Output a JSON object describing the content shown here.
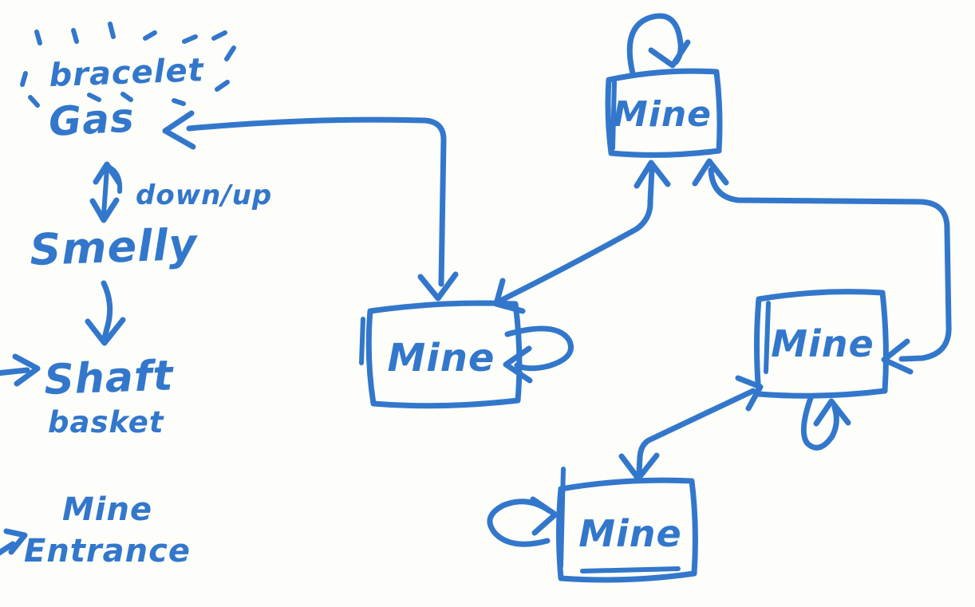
{
  "colors": {
    "ink": "#3277cb",
    "paper": "#fdfdf9"
  },
  "notes": {
    "bracelet": "bracelet",
    "gas": "Gas",
    "down_up": "down/up",
    "smelly": "Smelly",
    "shaft": "Shaft",
    "basket": "basket",
    "mine": "Mine",
    "entrance": "Entrance"
  },
  "nodes": [
    {
      "id": "mine-top",
      "label": "Mine"
    },
    {
      "id": "mine-middle",
      "label": "Mine"
    },
    {
      "id": "mine-right",
      "label": "Mine"
    },
    {
      "id": "mine-bottom",
      "label": "Mine"
    }
  ],
  "edges": [
    {
      "from": "gas-note",
      "to": "mine-middle",
      "type": "double-headed"
    },
    {
      "from": "mine-middle",
      "to": "mine-top",
      "type": "double-headed"
    },
    {
      "from": "mine-top",
      "to": "mine-right",
      "type": "double-headed",
      "route": "right-side"
    },
    {
      "from": "mine-right",
      "to": "mine-bottom",
      "type": "double-headed"
    },
    {
      "from": "mine-top",
      "to": "mine-top",
      "type": "self-loop",
      "side": "top"
    },
    {
      "from": "mine-middle",
      "to": "mine-middle",
      "type": "self-loop",
      "side": "right"
    },
    {
      "from": "mine-right",
      "to": "mine-right",
      "type": "self-loop",
      "side": "bottom"
    },
    {
      "from": "mine-bottom",
      "to": "mine-bottom",
      "type": "self-loop",
      "side": "left"
    },
    {
      "from": "gas-note",
      "to": "smelly-note",
      "type": "double-headed",
      "label": "down/up"
    },
    {
      "from": "smelly-note",
      "to": "shaft-note",
      "type": "single"
    },
    {
      "from": "offscreen-left",
      "to": "shaft-note",
      "type": "single"
    },
    {
      "from": "offscreen-left",
      "to": "entrance-note",
      "type": "single"
    }
  ]
}
